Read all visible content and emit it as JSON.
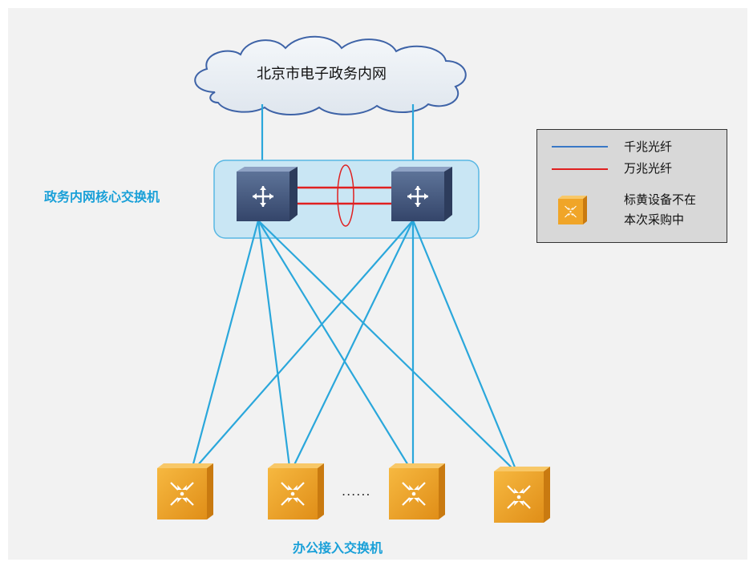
{
  "cloud": {
    "label": "北京市电子政务内网"
  },
  "core": {
    "label": "政务内网核心交换机"
  },
  "access": {
    "label": "办公接入交换机",
    "ellipsis": "......"
  },
  "legend": {
    "gigabit_label": "千兆光纤",
    "ten_gigabit_label": "万兆光纤",
    "yellow_note_line1": "标黄设备不在",
    "yellow_note_line2": "本次采购中"
  },
  "colors": {
    "gigabit_link": "#2aa7db",
    "ten_gigabit_link": "#e02020",
    "core_panel": "#c9e6f4",
    "switch_core": "#4a5f80",
    "switch_access": "#f0a528",
    "legend_bg": "#d8d8d8"
  },
  "icons": {
    "cloud": "cloud-icon",
    "core_switch": "layer3-switch-icon",
    "access_switch": "workgroup-switch-icon"
  }
}
